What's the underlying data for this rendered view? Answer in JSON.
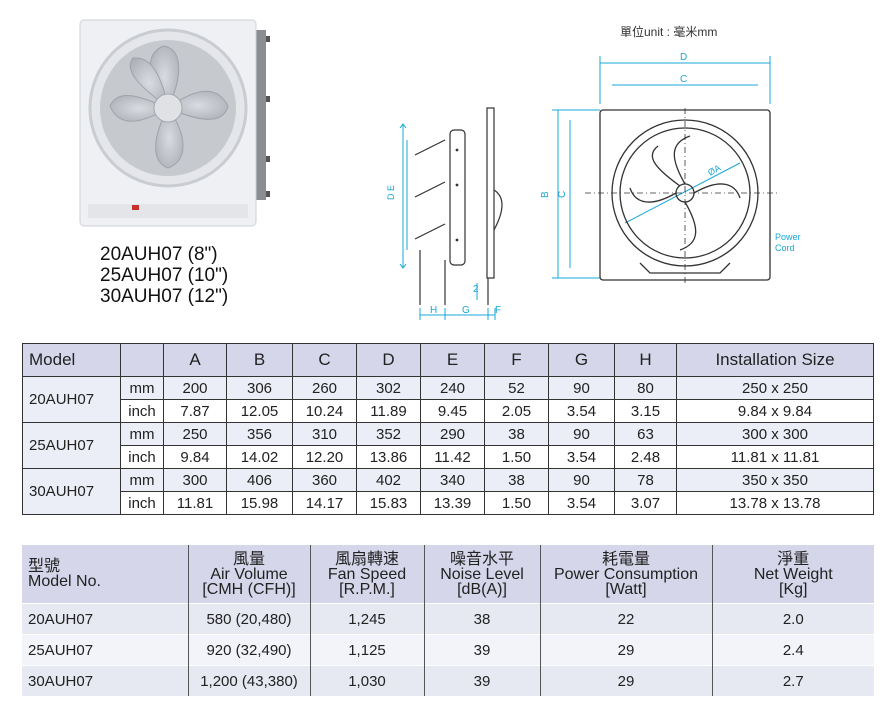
{
  "product": {
    "models": [
      "20AUH07 (8\")",
      "25AUH07 (10\")",
      "30AUH07 (12\")"
    ]
  },
  "diagram": {
    "unit_label": "單位unit : 毫米mm",
    "side_labels": {
      "d_e": "D E",
      "h": "H",
      "g": "G",
      "f": "F",
      "two": "2"
    },
    "front_labels": {
      "d": "D",
      "c": "C",
      "b": "B",
      "c2": "C",
      "a": "ØA",
      "power_cord": [
        "Power",
        "Cord"
      ]
    }
  },
  "dimension_table": {
    "headers": [
      "Model",
      "",
      "A",
      "B",
      "C",
      "D",
      "E",
      "F",
      "G",
      "H",
      "Installation Size"
    ],
    "rows": [
      {
        "model": "20AUH07",
        "mm": {
          "unit": "mm",
          "values": [
            "200",
            "306",
            "260",
            "302",
            "240",
            "52",
            "90",
            "80",
            "250 x 250"
          ]
        },
        "inch": {
          "unit": "inch",
          "values": [
            "7.87",
            "12.05",
            "10.24",
            "11.89",
            "9.45",
            "2.05",
            "3.54",
            "3.15",
            "9.84 x 9.84"
          ]
        }
      },
      {
        "model": "25AUH07",
        "mm": {
          "unit": "mm",
          "values": [
            "250",
            "356",
            "310",
            "352",
            "290",
            "38",
            "90",
            "63",
            "300 x 300"
          ]
        },
        "inch": {
          "unit": "inch",
          "values": [
            "9.84",
            "14.02",
            "12.20",
            "13.86",
            "11.42",
            "1.50",
            "3.54",
            "2.48",
            "11.81 x 11.81"
          ]
        }
      },
      {
        "model": "30AUH07",
        "mm": {
          "unit": "mm",
          "values": [
            "300",
            "406",
            "360",
            "402",
            "340",
            "38",
            "90",
            "78",
            "350 x 350"
          ]
        },
        "inch": {
          "unit": "inch",
          "values": [
            "11.81",
            "15.98",
            "14.17",
            "15.83",
            "13.39",
            "1.50",
            "3.54",
            "3.07",
            "13.78 x 13.78"
          ]
        }
      }
    ]
  },
  "performance_table": {
    "headers": [
      [
        "型號",
        "Model No."
      ],
      [
        "風量",
        "Air Volume",
        "[CMH (CFH)]"
      ],
      [
        "風扇轉速",
        "Fan Speed",
        "[R.P.M.]"
      ],
      [
        "噪音水平",
        "Noise Level",
        "[dB(A)]"
      ],
      [
        "耗電量",
        "Power Consumption",
        "[Watt]"
      ],
      [
        "淨重",
        "Net Weight",
        "[Kg]"
      ]
    ],
    "rows": [
      [
        "20AUH07",
        "580 (20,480)",
        "1,245",
        "38",
        "22",
        "2.0"
      ],
      [
        "25AUH07",
        "920 (32,490)",
        "1,125",
        "39",
        "29",
        "2.4"
      ],
      [
        "30AUH07",
        "1,200 (43,380)",
        "1,030",
        "39",
        "29",
        "2.7"
      ]
    ]
  },
  "colors": {
    "header_bg": "#d5d6ea",
    "dimension_cyan": "#1aa7d8",
    "row_bg": "#e6e8f2"
  }
}
